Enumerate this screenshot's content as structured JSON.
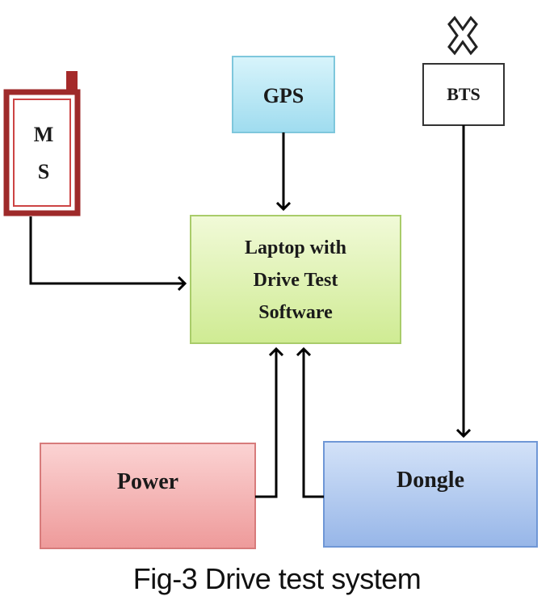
{
  "nodes": {
    "ms": {
      "line1": "M",
      "line2": "S"
    },
    "gps": {
      "label": "GPS"
    },
    "bts": {
      "label": "BTS"
    },
    "laptop": {
      "line1": "Laptop with",
      "line2": "Drive Test",
      "line3": "Software"
    },
    "power": {
      "label": "Power"
    },
    "dongle": {
      "label": "Dongle"
    }
  },
  "caption": "Fig-3 Drive test system",
  "colors": {
    "ms_frame": "#a52a2a",
    "ms_text": "#c0392b",
    "gps_fill": "#bdeaf6",
    "laptop_fill": "#e3f5b8",
    "power_fill": "#f4b5b5",
    "dongle_fill": "#b7cdf0",
    "arrow": "#000000"
  }
}
